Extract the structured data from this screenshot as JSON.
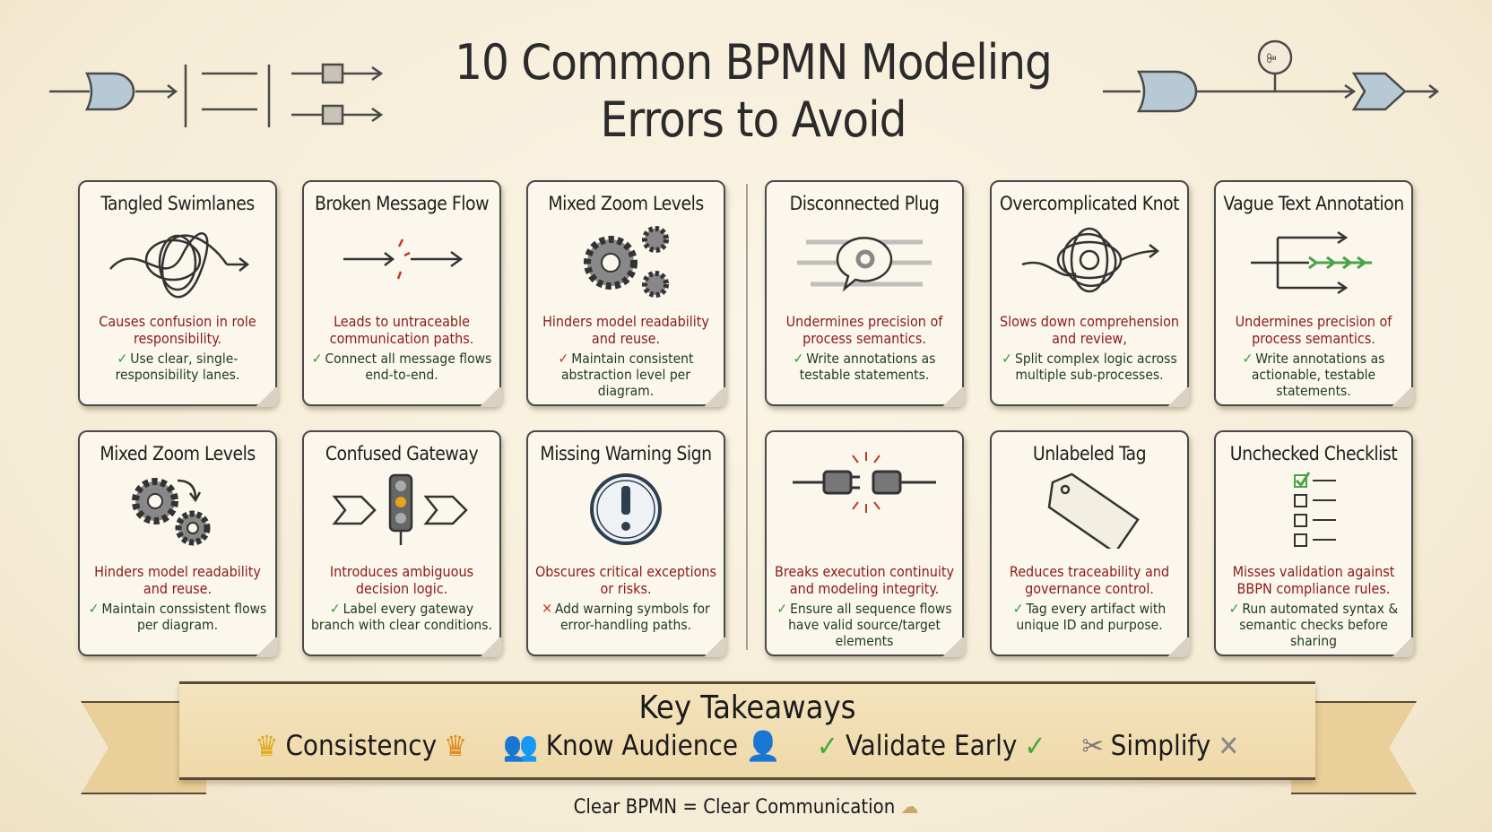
{
  "title": {
    "line1": "10 Common BPMN Modeling",
    "line2": "Errors to Avoid"
  },
  "colors": {
    "problem": "#8b1a1a",
    "fix": "#1e3a1e",
    "check": "#3b9a3b",
    "cross": "#d63a2a",
    "banner": "#f1ddb0"
  },
  "cards": [
    {
      "title": "Tangled Swimlanes",
      "icon": "tangle-icon",
      "problem": "Causes confusion in role responsibility.",
      "mark": "check",
      "fix": "Use clear, single-responsibility lanes."
    },
    {
      "title": "Broken Message Flow",
      "icon": "broken-arrow-icon",
      "problem": "Leads to untraceable communication paths.",
      "mark": "check",
      "fix": "Connect all message flows end-to-end."
    },
    {
      "title": "Mixed Zoom Levels",
      "icon": "gears-icon",
      "problem": "Hinders model readability and reuse.",
      "mark": "red-check",
      "fix": "Maintain consistent abstraction level per diagram."
    },
    {
      "title": "Disconnected Plug",
      "icon": "blurry-speech-icon",
      "problem": "Undermines precision of process semantics.",
      "mark": "check",
      "fix": "Write annotations as testable statements."
    },
    {
      "title": "Overcomplicated Knot",
      "icon": "knot-icon",
      "problem": "Slows down comprehension and review,",
      "mark": "check",
      "fix": "Split complex logic across multiple sub-processes."
    },
    {
      "title": "Vague Text Annotation",
      "icon": "branch-arrows-icon",
      "problem": "Undermines precision of process semantics.",
      "mark": "check",
      "fix": "Write annotations as actionable, testable statements."
    },
    {
      "title": "Mixed Zoom Levels",
      "icon": "gears-rotate-icon",
      "problem": "Hinders model readability and reuse.",
      "mark": "check",
      "fix": "Maintain conssistent flows per diagram."
    },
    {
      "title": "Confused Gateway",
      "icon": "traffic-light-icon",
      "problem": "Introduces ambiguous decision logic.",
      "mark": "check",
      "fix": "Label every gateway branch with clear conditions."
    },
    {
      "title": "Missing Warning Sign",
      "icon": "exclamation-icon",
      "problem": "Obscures critical exceptions or risks.",
      "mark": "cross",
      "fix": "Add warning symbols for error-handling paths."
    },
    {
      "title": "",
      "icon": "unplugged-icon",
      "problem": "Breaks execution continuity and modeling integrity.",
      "mark": "check",
      "fix": "Ensure all sequence flows have valid source/target elements"
    },
    {
      "title": "Unlabeled Tag",
      "icon": "tag-icon",
      "problem": "Reduces traceability and governance control.",
      "mark": "check",
      "fix": "Tag every artifact with unique ID and purpose."
    },
    {
      "title": "Unchecked Checklist",
      "icon": "checklist-icon",
      "problem": "Misses validation against BBPN compliance rules.",
      "mark": "check",
      "fix": "Run automated syntax & semantic checks before sharing"
    }
  ],
  "takeaways": {
    "title": "Key Takeaways",
    "items": [
      {
        "label": "Consistency",
        "icon": "crown-icon"
      },
      {
        "label": "Know Audience",
        "icon": "people-icon"
      },
      {
        "label": "Validate Early",
        "icon": "checkmark-icon"
      },
      {
        "label": "Simplify",
        "icon": "scissors-icon"
      }
    ]
  },
  "footer": "Clear BPMN = Clear Communication"
}
